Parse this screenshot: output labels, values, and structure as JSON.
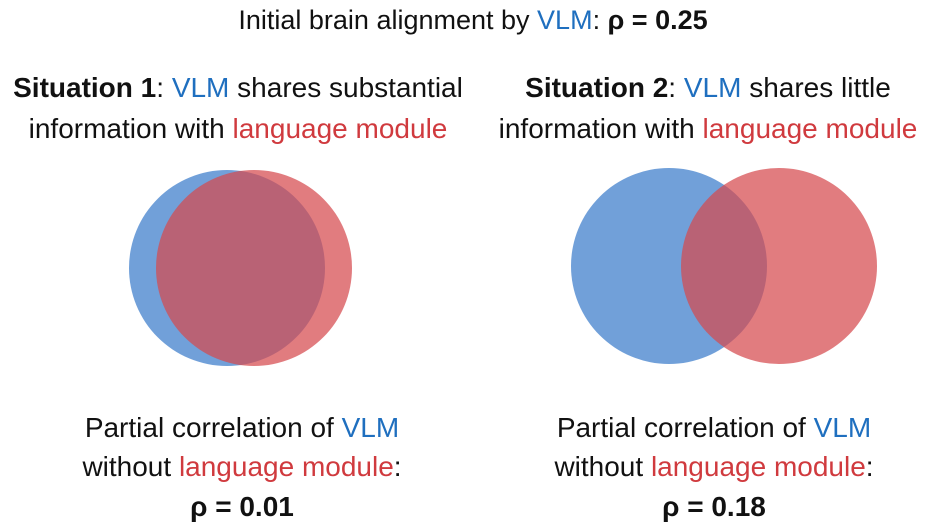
{
  "colors": {
    "vlm": "#1f6fbf",
    "language": "#d03a3e",
    "vlm_circle": "#3a7ccb",
    "language_circle": "#d54a4e"
  },
  "header": {
    "prefix": "Initial brain alignment by ",
    "vlm": "VLM",
    "colon": ": ",
    "rho": "ρ = 0.25"
  },
  "situation1": {
    "title": "Situation 1",
    "colon": ": ",
    "vlm": "VLM",
    "line1_rest": " shares substantial",
    "line2_prefix": "information with ",
    "language_module": "language module",
    "result_line1_prefix": "Partial correlation of ",
    "result_vlm": "VLM",
    "result_line2_prefix": "without ",
    "result_language_module": "language module",
    "result_line2_suffix": ":",
    "result_rho": "ρ = 0.01"
  },
  "situation2": {
    "title": "Situation 2",
    "colon": ": ",
    "vlm": "VLM",
    "line1_rest": " shares little",
    "line2_prefix": "information with ",
    "language_module": "language module",
    "result_line1_prefix": "Partial correlation of ",
    "result_vlm": "VLM",
    "result_line2_prefix": "without ",
    "result_language_module": "language module",
    "result_line2_suffix": ":",
    "result_rho": "ρ = 0.18"
  }
}
